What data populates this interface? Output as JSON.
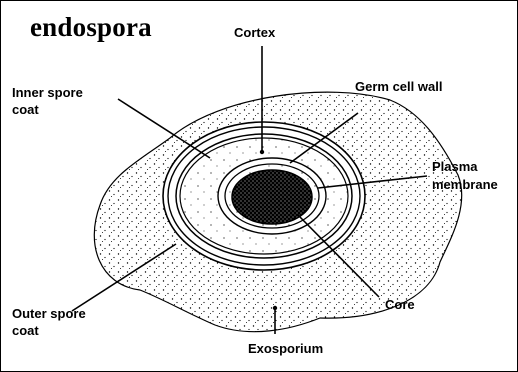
{
  "title": "endospora",
  "labels": {
    "cortex": "Cortex",
    "germ_cell_wall": "Germ cell wall",
    "inner_spore_coat_1": "Inner spore",
    "inner_spore_coat_2": "coat",
    "plasma_membrane_1": "Plasma",
    "plasma_membrane_2": "membrane",
    "outer_spore_coat_1": "Outer spore",
    "outer_spore_coat_2": "coat",
    "core": "Core",
    "exosporium": "Exosporium"
  },
  "colors": {
    "ink": "#000000",
    "background": "#ffffff"
  }
}
